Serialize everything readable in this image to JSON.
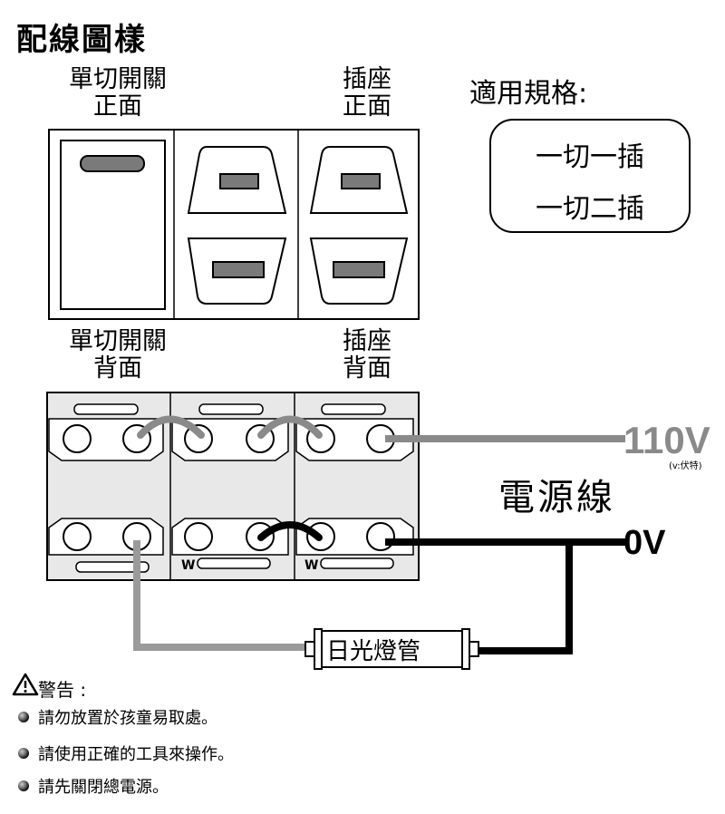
{
  "title": "配線圖樣",
  "front_labels": {
    "switch": [
      "單切開關",
      "正面"
    ],
    "socket": [
      "插座",
      "正面"
    ]
  },
  "back_labels": {
    "switch": [
      "單切開關",
      "背面"
    ],
    "socket": [
      "插座",
      "背面"
    ]
  },
  "specs": {
    "title": "適用規格:",
    "items": [
      "一切一插",
      "一切二插"
    ]
  },
  "voltage_live": "110V",
  "voltage_note": "(v:伏特)",
  "power_line": "電源線",
  "voltage_neutral": "0V",
  "terminal_marks": [
    "W",
    "W"
  ],
  "tube_label": "日光燈管",
  "warning": {
    "title": "警告 :",
    "items": [
      "請勿放置於孩童易取處。",
      "請使用正確的工具來操作。",
      "請先關閉總電源。"
    ]
  },
  "colors": {
    "live_wire": "#8a8a8a",
    "neutral_wire": "#000000",
    "switch_wire": "#9a9a9a",
    "slot": "#7a7a7a"
  }
}
